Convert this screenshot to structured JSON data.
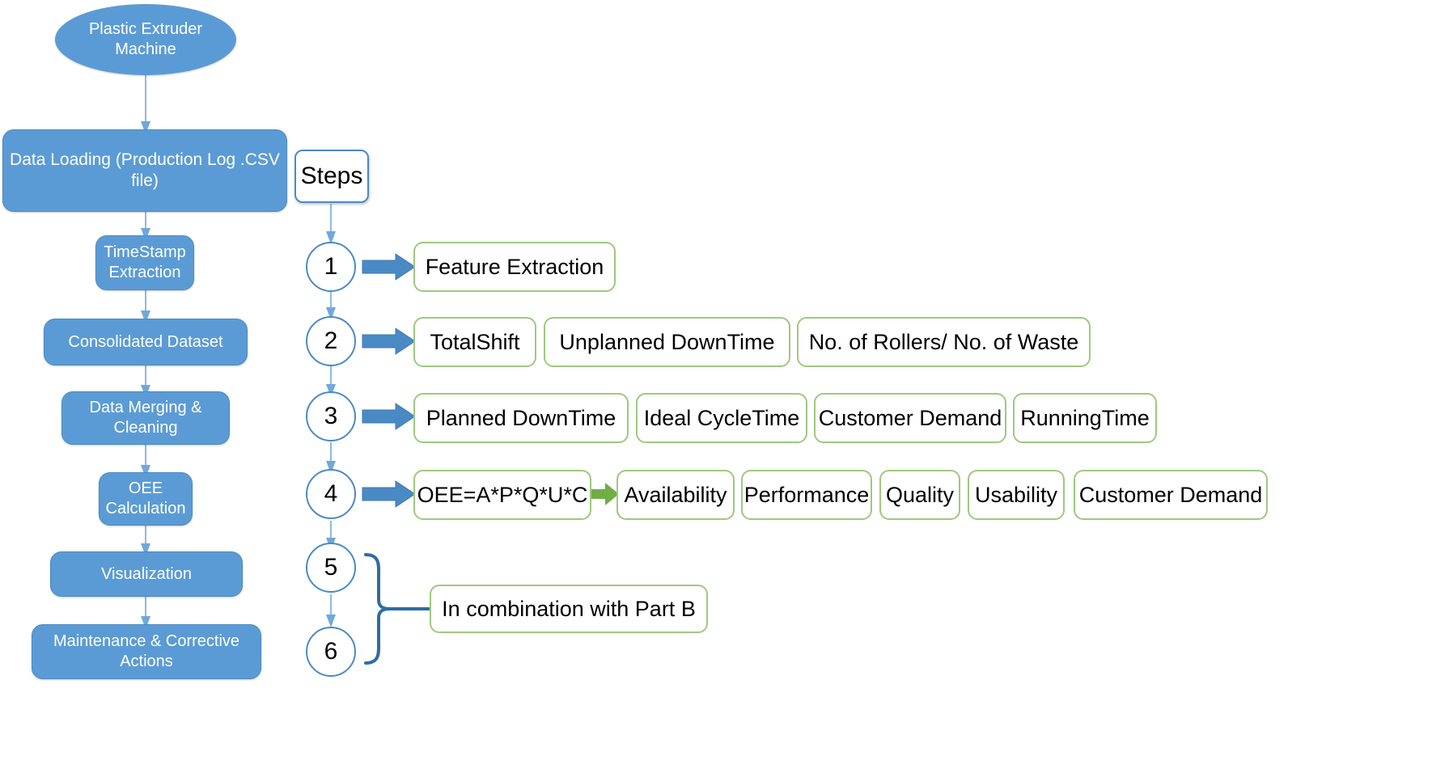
{
  "diagram": {
    "title_node": "Plastic Extruder Machine",
    "colors": {
      "node_blue": "#5B9BD5",
      "node_blue_border": "#4A8AC4",
      "green_border": "#9DC97F",
      "arrow_blue": "#4A8AC4",
      "arrow_green": "#70AD47",
      "text_white": "#FFFFFF",
      "text_black": "#000000",
      "background": "#FFFFFF"
    },
    "pipeline": [
      {
        "id": "machine",
        "label": "Plastic Extruder\nMachine",
        "line1": "Plastic Extruder",
        "line2": "Machine"
      },
      {
        "id": "data-loading",
        "label": "Data Loading (Production Log .CSV file)"
      },
      {
        "id": "timestamp",
        "line1": "TimeStamp",
        "line2": "Extraction"
      },
      {
        "id": "consolidated",
        "label": "Consolidated Dataset"
      },
      {
        "id": "merging",
        "line1": "Data Merging &",
        "line2": "Cleaning"
      },
      {
        "id": "oee",
        "line1": "OEE",
        "line2": "Calculation"
      },
      {
        "id": "visualization",
        "label": "Visualization"
      },
      {
        "id": "maintenance",
        "line1": "Maintenance & Corrective",
        "line2": "Actions"
      }
    ],
    "steps_card_label": "Steps",
    "steps": [
      {
        "number": "1",
        "items": [
          "Feature Extraction"
        ]
      },
      {
        "number": "2",
        "items": [
          "TotalShift",
          "Unplanned DownTime",
          "No. of Rollers/ No. of Waste"
        ]
      },
      {
        "number": "3",
        "items": [
          "Planned DownTime",
          "Ideal CycleTime",
          "Customer Demand",
          "RunningTime"
        ]
      },
      {
        "number": "4",
        "formula": "OEE=A*P*Q*U*C",
        "items": [
          "Availability",
          "Performance",
          "Quality",
          "Usability",
          "Customer Demand"
        ]
      },
      {
        "number": "5",
        "items": []
      },
      {
        "number": "6",
        "items": []
      }
    ],
    "brace_note": "In combination with Part B"
  }
}
